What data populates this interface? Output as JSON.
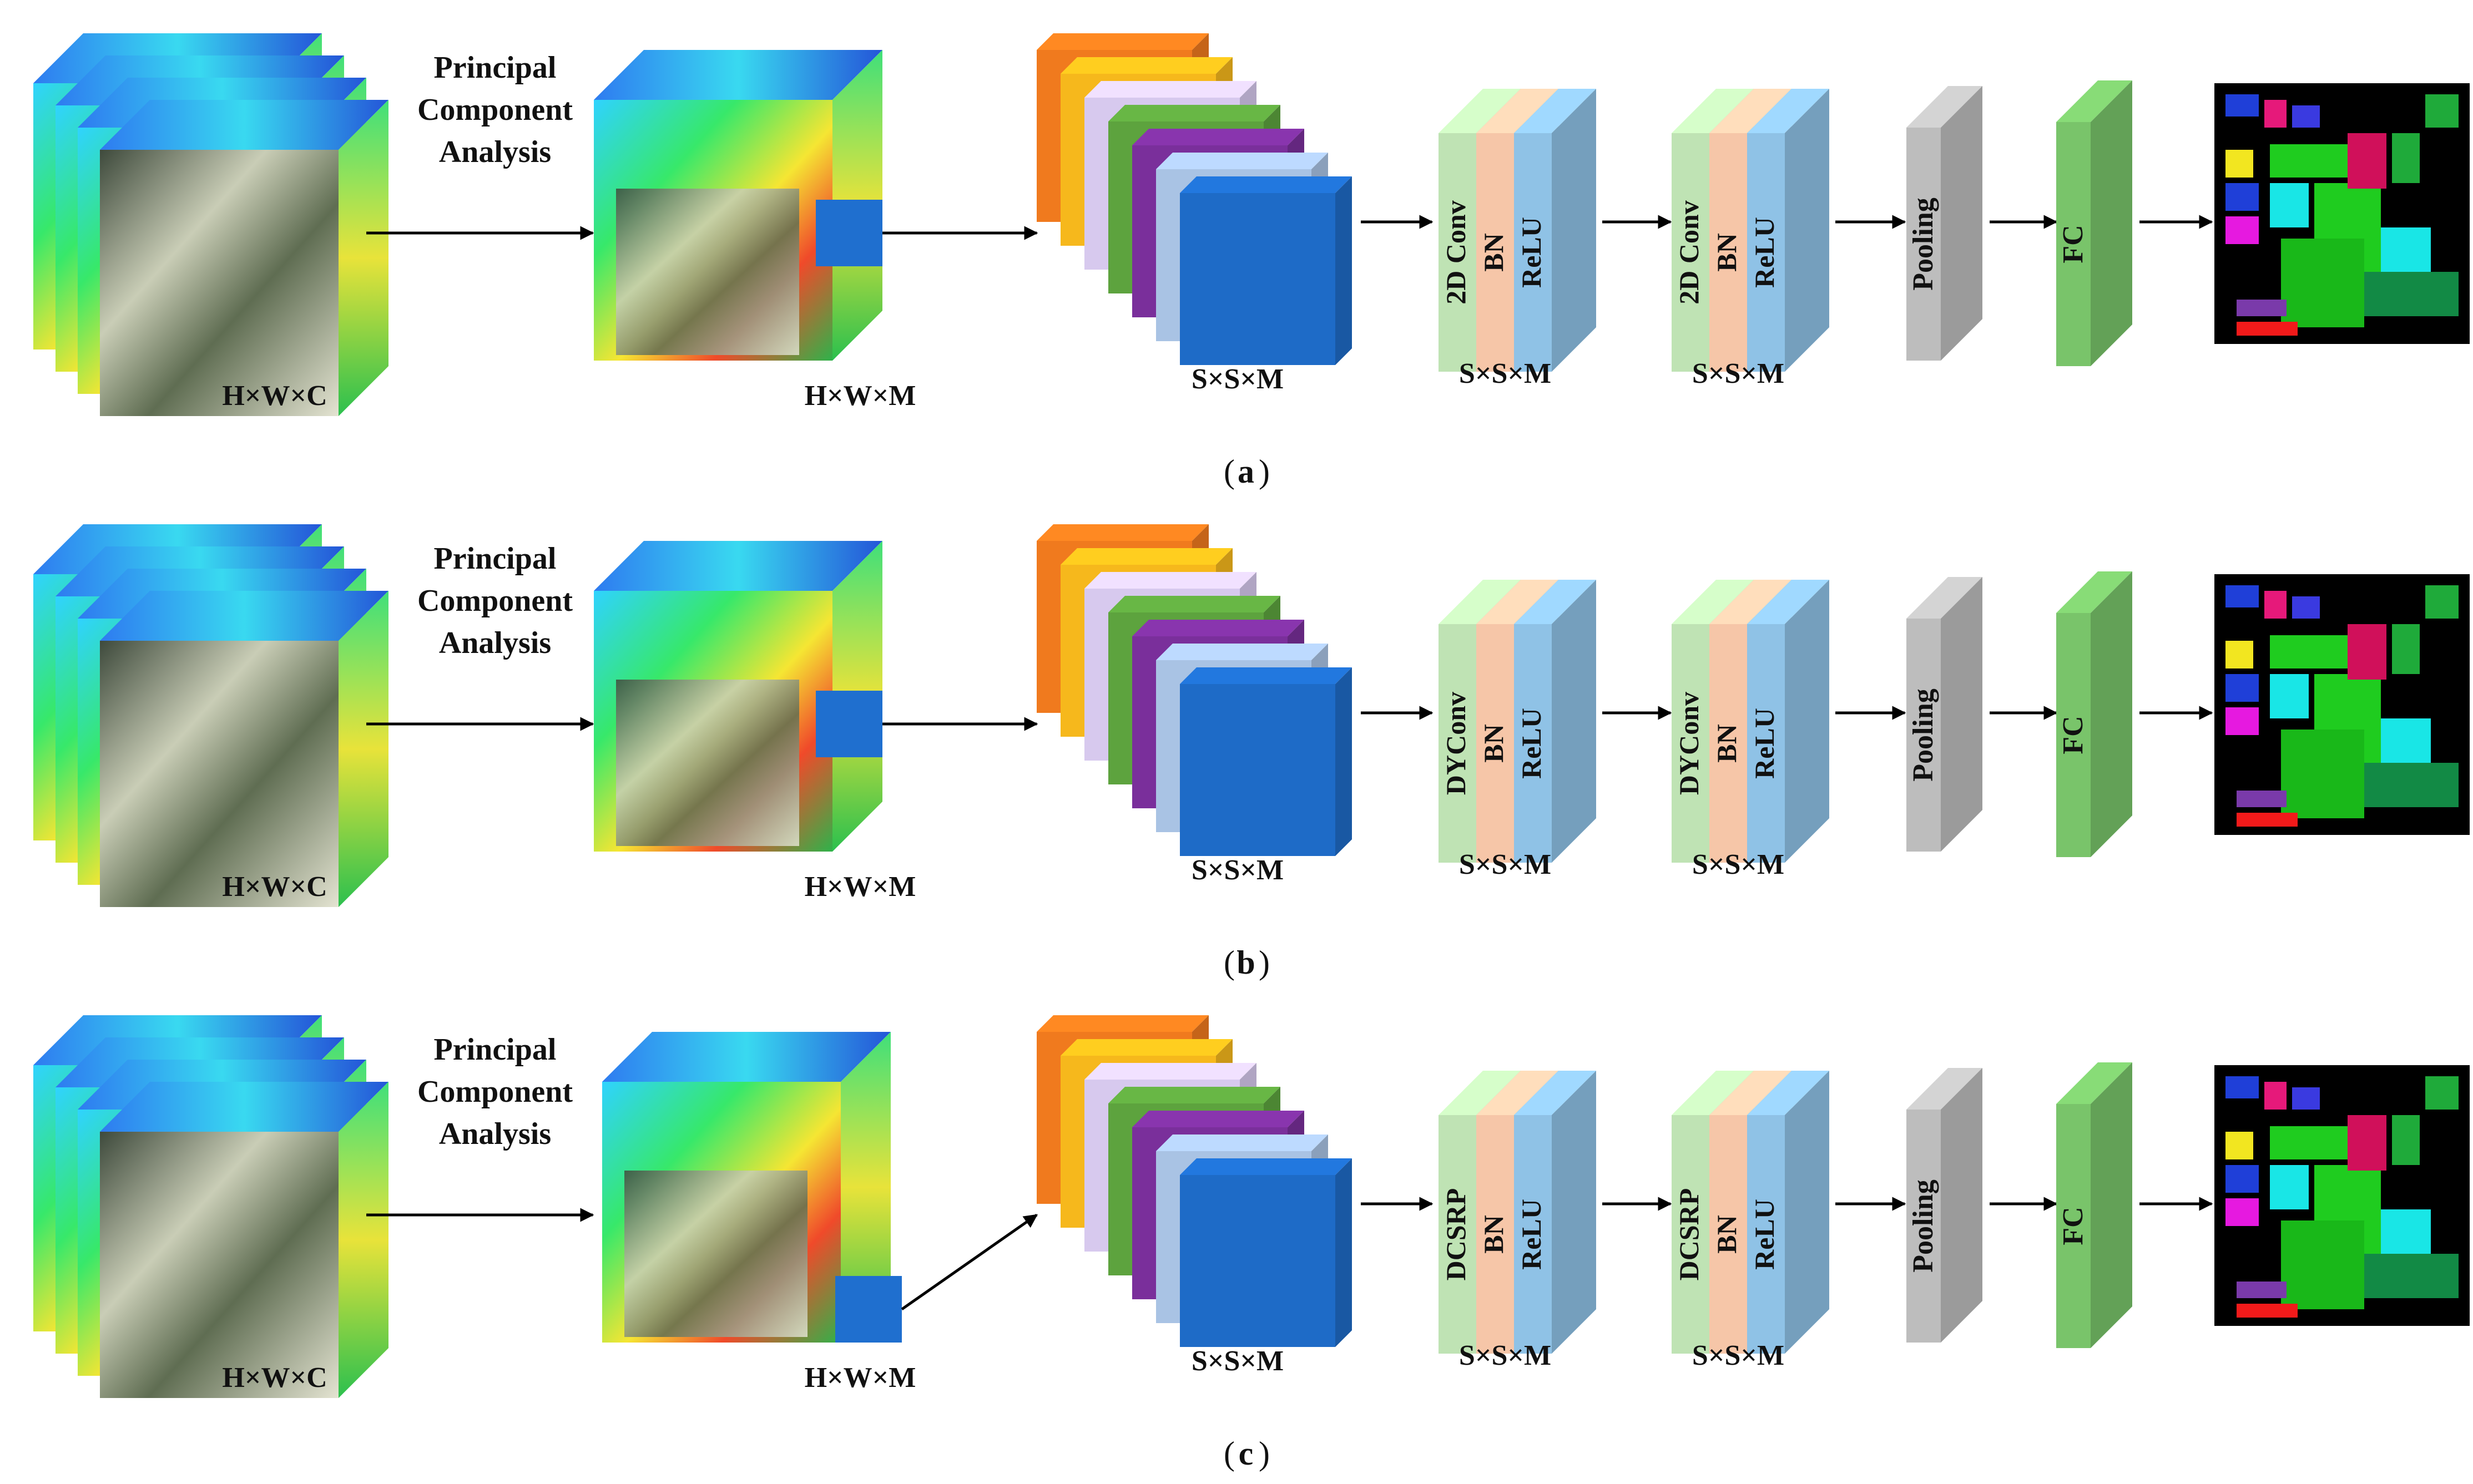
{
  "colors": {
    "arrow": "#000000",
    "patch": "#1F6FCF",
    "stack": [
      "#F07A1E",
      "#F6B81C",
      "#D7C9EE",
      "#5DA33E",
      "#7A2F9B",
      "#A9C3E4",
      "#1E6BC7"
    ],
    "conv": "#BFE3B4",
    "bn": "#F6C6A8",
    "relu": "#8FC2E6",
    "pooling": "#BDBDBD",
    "fc": "#79C46A",
    "map_background": "#000000"
  },
  "rows": [
    {
      "caption_letter": "a",
      "pca_label": [
        "Principal",
        "Component",
        "Analysis"
      ],
      "input_dim": "H×W×C",
      "pca_dim": "H×W×M",
      "patch_dim": "S×S×M",
      "block1": {
        "layer1": "2D Conv",
        "layer2": "BN",
        "layer3": "ReLU",
        "dim": "S×S×M"
      },
      "block2": {
        "layer1": "2D Conv",
        "layer2": "BN",
        "layer3": "ReLU",
        "dim": "S×S×M"
      },
      "pooling_label": "Pooling",
      "fc_label": "FC"
    },
    {
      "caption_letter": "b",
      "pca_label": [
        "Principal",
        "Component",
        "Analysis"
      ],
      "input_dim": "H×W×C",
      "pca_dim": "H×W×M",
      "patch_dim": "S×S×M",
      "block1": {
        "layer1": "DYConv",
        "layer2": "BN",
        "layer3": "ReLU",
        "dim": "S×S×M"
      },
      "block2": {
        "layer1": "DYConv",
        "layer2": "BN",
        "layer3": "ReLU",
        "dim": "S×S×M"
      },
      "pooling_label": "Pooling",
      "fc_label": "FC"
    },
    {
      "caption_letter": "c",
      "pca_label": [
        "Principal",
        "Component",
        "Analysis"
      ],
      "input_dim": "H×W×C",
      "pca_dim": "H×W×M",
      "patch_dim": "S×S×M",
      "block1": {
        "layer1": "DCSRP",
        "layer2": "BN",
        "layer3": "ReLU",
        "dim": "S×S×M"
      },
      "block2": {
        "layer1": "DCSRP",
        "layer2": "BN",
        "layer3": "ReLU",
        "dim": "S×S×M"
      },
      "pooling_label": "Pooling",
      "fc_label": "FC"
    }
  ]
}
